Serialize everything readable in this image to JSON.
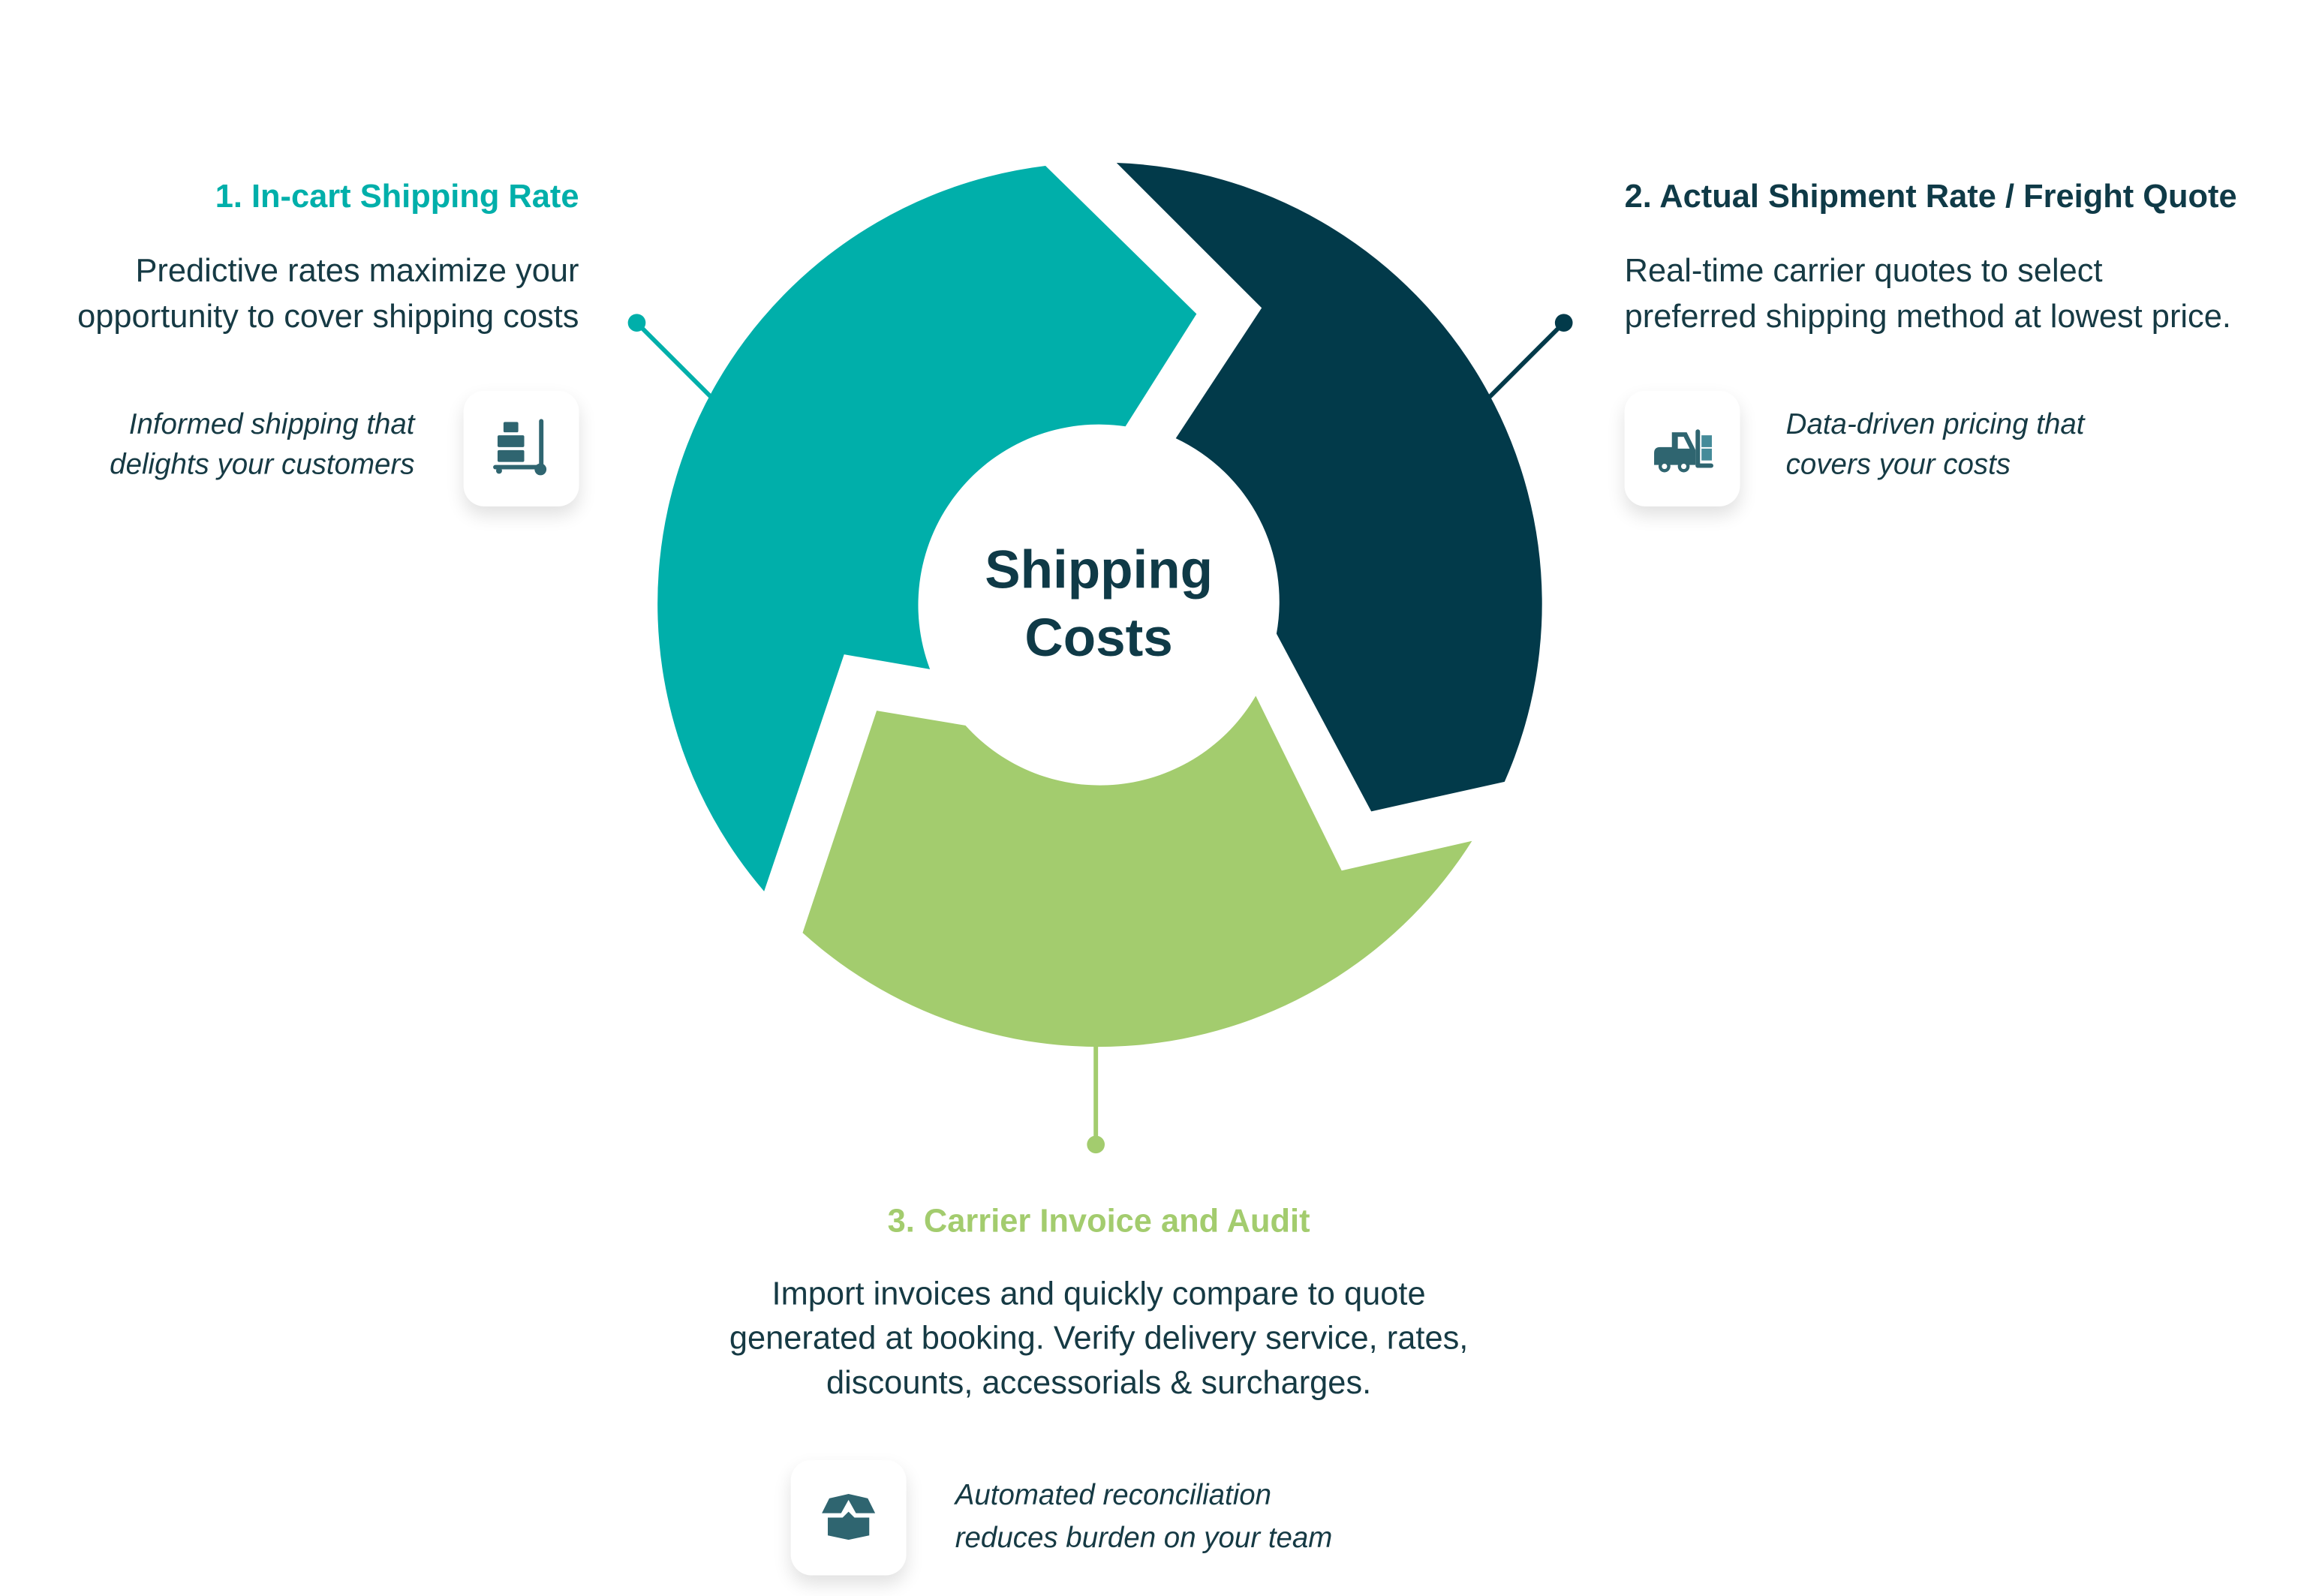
{
  "center_label": {
    "line1": "Shipping",
    "line2": "Costs"
  },
  "colors": {
    "teal": "#00afaa",
    "dark": "#023a4a",
    "green": "#a3cc6e",
    "icon": "#2f6570"
  },
  "steps": [
    {
      "title": "1. In-cart Shipping Rate",
      "body": [
        "Predictive rates maximize your",
        "opportunity to cover shipping costs"
      ],
      "note": [
        "Informed shipping that",
        "delights your customers"
      ],
      "icon": "hand-truck-boxes-icon"
    },
    {
      "title": "2. Actual Shipment Rate / Freight Quote",
      "body": [
        "Real-time carrier quotes to select",
        "preferred shipping method at lowest price."
      ],
      "note": [
        "Data-driven pricing that",
        "covers your costs"
      ],
      "icon": "forklift-icon"
    },
    {
      "title": "3. Carrier Invoice and Audit",
      "body": [
        "Import invoices and quickly compare to quote",
        "generated at booking. Verify delivery service, rates,",
        "discounts, accessorials & surcharges."
      ],
      "note": [
        "Automated reconciliation",
        "reduces burden on your team"
      ],
      "icon": "open-box-icon"
    }
  ]
}
